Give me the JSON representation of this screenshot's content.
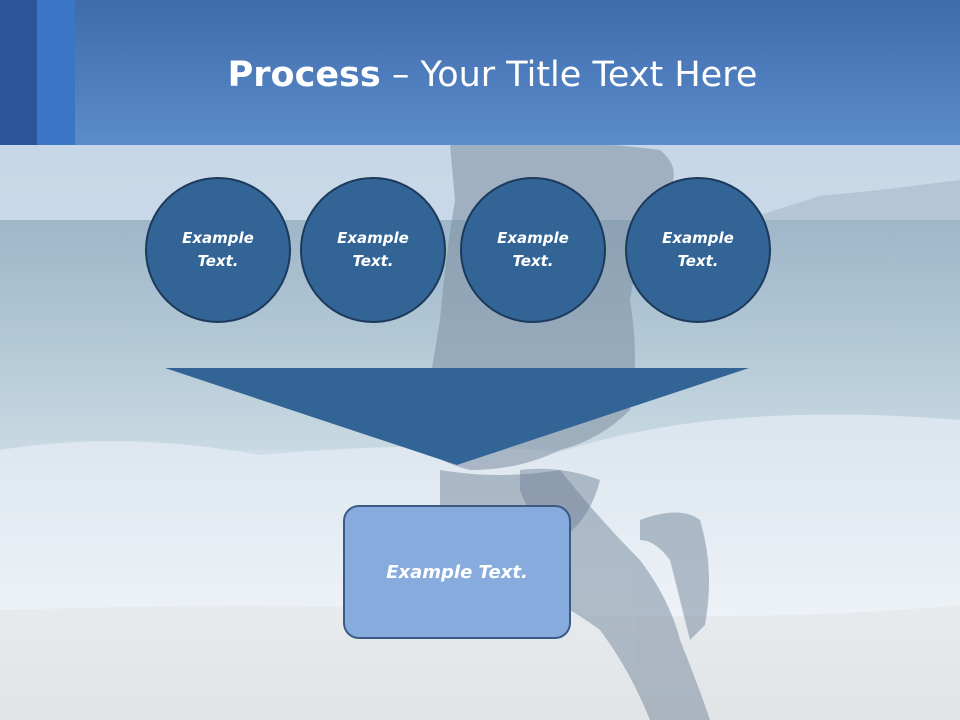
{
  "slide": {
    "title_bold": "Process",
    "title_rest": " – Your Title Text Here",
    "steps": [
      {
        "line1": "Example",
        "line2": "Text."
      },
      {
        "line1": "Example",
        "line2": "Text."
      },
      {
        "line1": "Example",
        "line2": "Text."
      },
      {
        "line1": "Example",
        "line2": "Text."
      }
    ],
    "result_text": "Example Text."
  },
  "colors": {
    "header_blue": "#4a7bbf",
    "circle_fill": "#326496",
    "funnel_fill": "#326496",
    "result_fill": "#88abdd"
  }
}
